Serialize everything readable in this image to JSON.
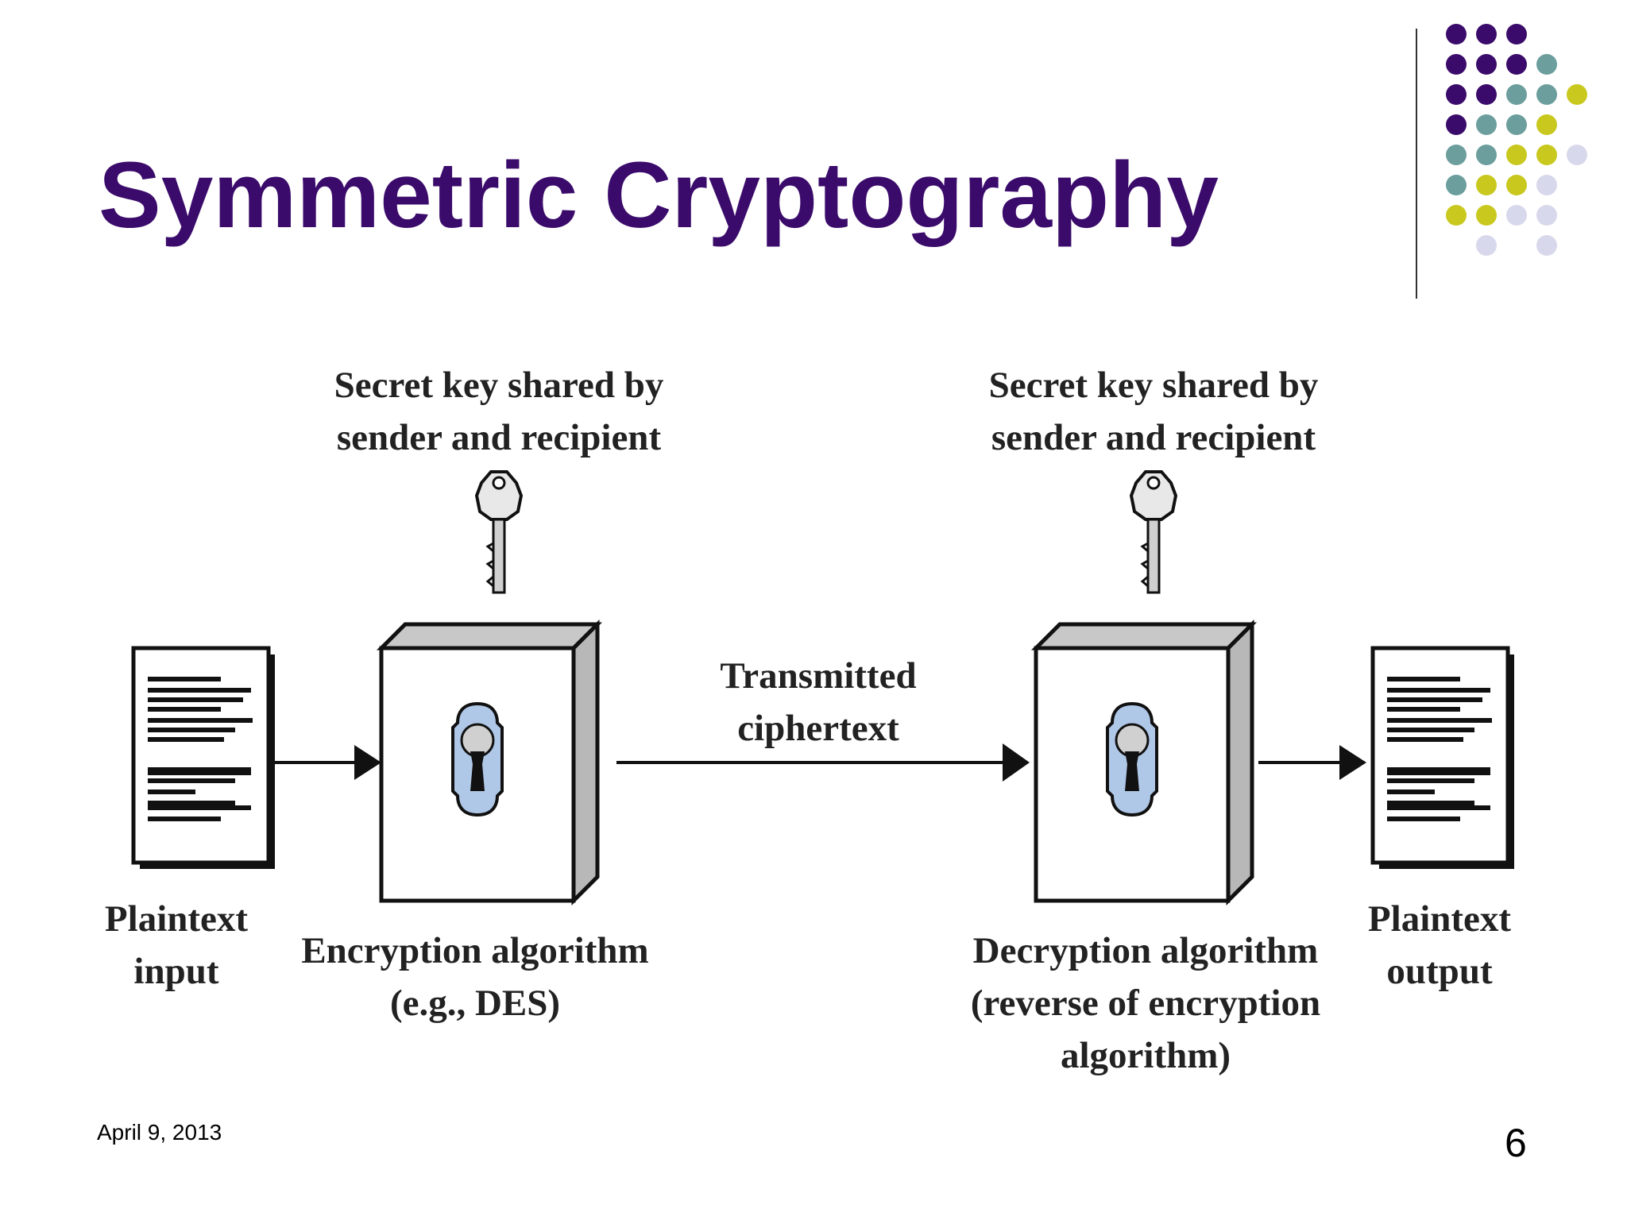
{
  "slide": {
    "title": "Symmetric Cryptography",
    "date": "April 9, 2013",
    "page_number": "6"
  },
  "decoration": {
    "dot_colors": {
      "purple": "#3b0b6b",
      "teal": "#6b9e9c",
      "yellow": "#c8c81e",
      "lavender": "#d8d8ec"
    },
    "dot_rows": [
      [
        "purple",
        "purple",
        "purple",
        "",
        "",
        ""
      ],
      [
        "purple",
        "purple",
        "purple",
        "teal",
        "",
        ""
      ],
      [
        "purple",
        "purple",
        "teal",
        "teal",
        "yellow",
        ""
      ],
      [
        "purple",
        "teal",
        "teal",
        "yellow",
        "",
        ""
      ],
      [
        "teal",
        "teal",
        "yellow",
        "yellow",
        "lavender",
        ""
      ],
      [
        "teal",
        "yellow",
        "yellow",
        "lavender",
        "",
        ""
      ],
      [
        "yellow",
        "yellow",
        "lavender",
        "lavender",
        "",
        ""
      ],
      [
        "",
        "lavender",
        "",
        "lavender",
        "",
        ""
      ]
    ]
  },
  "diagram": {
    "key_label_left": [
      "Secret key shared by",
      "sender and recipient"
    ],
    "key_label_right": [
      "Secret key shared by",
      "sender and recipient"
    ],
    "transmitted_label": [
      "Transmitted",
      "ciphertext"
    ],
    "plaintext_input_label": [
      "Plaintext",
      "input"
    ],
    "encryption_label": [
      "Encryption algorithm",
      "(e.g., DES)"
    ],
    "decryption_label": [
      "Decryption algorithm",
      "(reverse of encryption",
      "algorithm)"
    ],
    "plaintext_output_label": [
      "Plaintext",
      "output"
    ],
    "icons": [
      "document-icon",
      "key-icon",
      "lock-box-icon",
      "arrow-icon"
    ]
  }
}
